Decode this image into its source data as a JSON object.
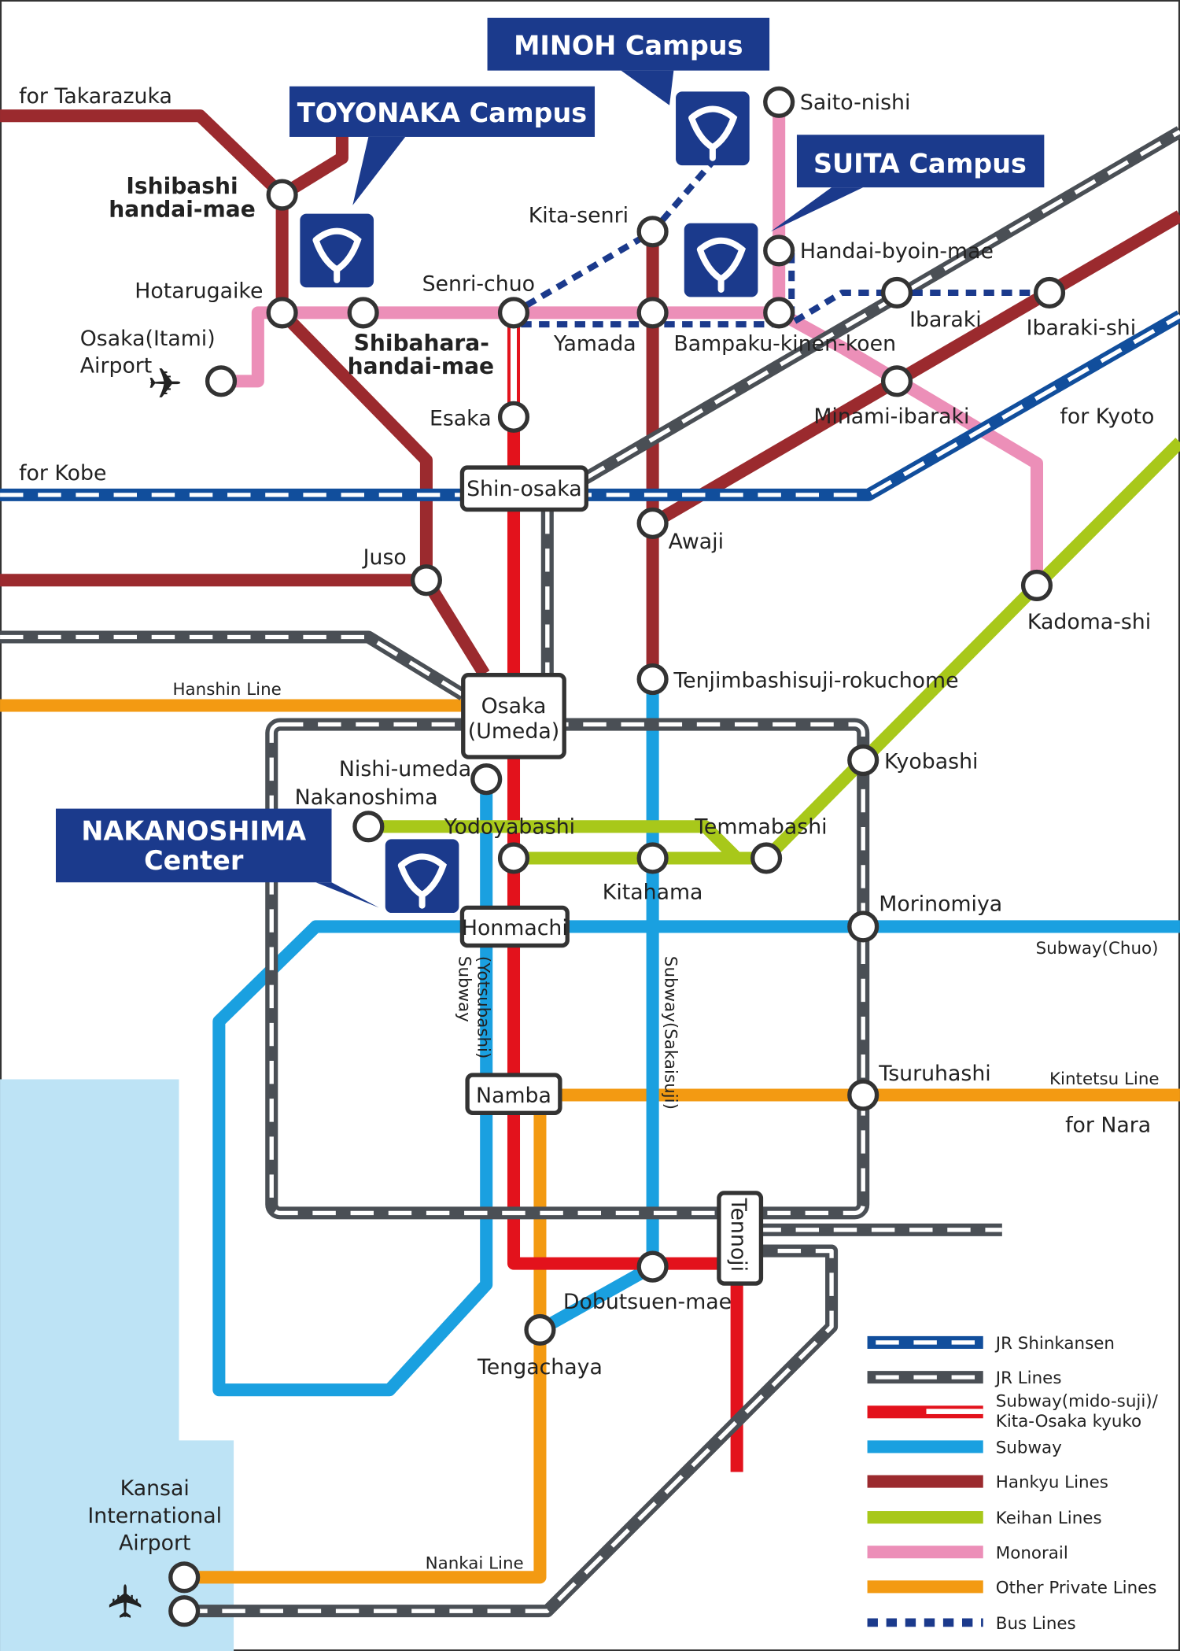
{
  "colors": {
    "hankyu": "#9b2a2e",
    "monorail": "#ec8fb8",
    "keihan": "#a8c81a",
    "subway": "#1aa0e0",
    "midosuji": "#e3121c",
    "private": "#f39a12",
    "jr": "#4a4f55",
    "shinkansen": "#114e9c",
    "bus": "#1b3a8c",
    "campus": "#1b3a8c",
    "sea": "#bde3f5"
  },
  "campuses": {
    "minoh": "MINOH Campus",
    "toyonaka": "TOYONAKA Campus",
    "suita": "SUITA Campus",
    "nakanoshima_1": "NAKANOSHIMA",
    "nakanoshima_2": "Center"
  },
  "directions": {
    "takarazuka": "for Takarazuka",
    "kobe": "for Kobe",
    "kyoto": "for Kyoto",
    "nara": "for Nara"
  },
  "line_labels": {
    "hanshin": "Hanshin Line",
    "chuo": "Subway(Chuo)",
    "kintetsu": "Kintetsu Line",
    "nankai": "Nankai Line",
    "yotsubashi_1": "Subway",
    "yotsubashi_2": "(Yotsubashi)",
    "sakaisuji": "Subway(Sakaisuji)"
  },
  "stations": {
    "ishibashi_1": "Ishibashi",
    "ishibashi_2": "handai-mae",
    "hotarugaike": "Hotarugaike",
    "itami_1": "Osaka(Itami)",
    "itami_2": "Airport",
    "shibahara_1": "Shibahara-",
    "shibahara_2": "handai-mae",
    "senri_chuo": "Senri-chuo",
    "kita_senri": "Kita-senri",
    "saito_nishi": "Saito-nishi",
    "handai_byoin": "Handai-byoin-mae",
    "yamada": "Yamada",
    "bampaku": "Bampaku-kinen-koen",
    "ibaraki": "Ibaraki",
    "ibaraki_shi": "Ibaraki-shi",
    "minami_ibaraki": "Minami-ibaraki",
    "esaka": "Esaka",
    "shin_osaka": "Shin-osaka",
    "awaji": "Awaji",
    "juso": "Juso",
    "kadoma_shi": "Kadoma-shi",
    "osaka_1": "Osaka",
    "osaka_2": "(Umeda)",
    "tenjimbashi": "Tenjimbashisuji-rokuchome",
    "kyobashi": "Kyobashi",
    "nishi_umeda": "Nishi-umeda",
    "nakanoshima": "Nakanoshima",
    "yodoyabashi": "Yodoyabashi",
    "temmabashi": "Temmabashi",
    "kitahama": "Kitahama",
    "honmachi": "Honmachi",
    "morinomiya": "Morinomiya",
    "tsuruhashi": "Tsuruhashi",
    "namba": "Namba",
    "tennoji": "Tennoji",
    "dobutsuen": "Dobutsuen-mae",
    "tengachaya": "Tengachaya",
    "kansai_1": "Kansai",
    "kansai_2": "International",
    "kansai_3": "Airport"
  },
  "legend": [
    {
      "label": "JR Shinkansen"
    },
    {
      "label": "JR Lines"
    },
    {
      "label": "Subway(mido-suji)/",
      "label2": "Kita-Osaka kyuko"
    },
    {
      "label": "Subway"
    },
    {
      "label": "Hankyu Lines"
    },
    {
      "label": "Keihan Lines"
    },
    {
      "label": "Monorail"
    },
    {
      "label": "Other Private Lines"
    },
    {
      "label": "Bus Lines"
    }
  ]
}
